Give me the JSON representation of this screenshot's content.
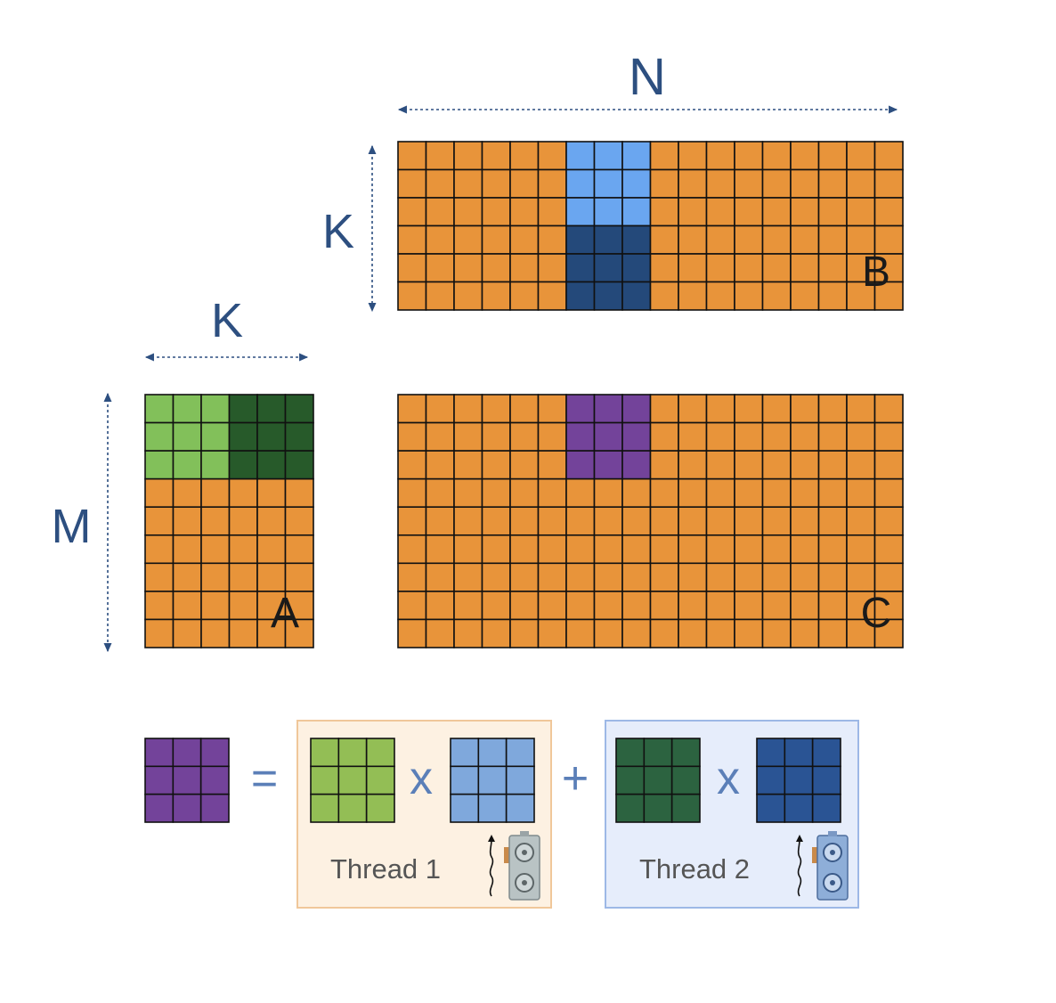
{
  "labels": {
    "n": "N",
    "k_b": "K",
    "k_a": "K",
    "m": "M"
  },
  "matrices": {
    "a": {
      "name": "A",
      "rows": 9,
      "cols": 6
    },
    "b": {
      "name": "B",
      "rows": 6,
      "cols": 18
    },
    "c": {
      "name": "C",
      "rows": 9,
      "cols": 18
    }
  },
  "equation": {
    "equals": "=",
    "times_1": "x",
    "plus": "+",
    "times_2": "x",
    "thread_1": "Thread 1",
    "thread_2": "Thread 2"
  },
  "colors": {
    "matrix_fill": "#e8943a",
    "a_tile_light": "#82c05a",
    "a_tile_dark": "#275a2a",
    "b_tile_light": "#6aa6f0",
    "b_tile_dark": "#24497a",
    "c_tile": "#73439a",
    "label_blue": "#2d4f80",
    "thread_1_bg": "#fdf1e2",
    "thread_1_border": "#f0c79a",
    "thread_2_bg": "#e6edfb",
    "thread_2_border": "#9db8e6"
  },
  "icons": [
    "waveform-arrow-icon",
    "processor-fan-icon"
  ]
}
